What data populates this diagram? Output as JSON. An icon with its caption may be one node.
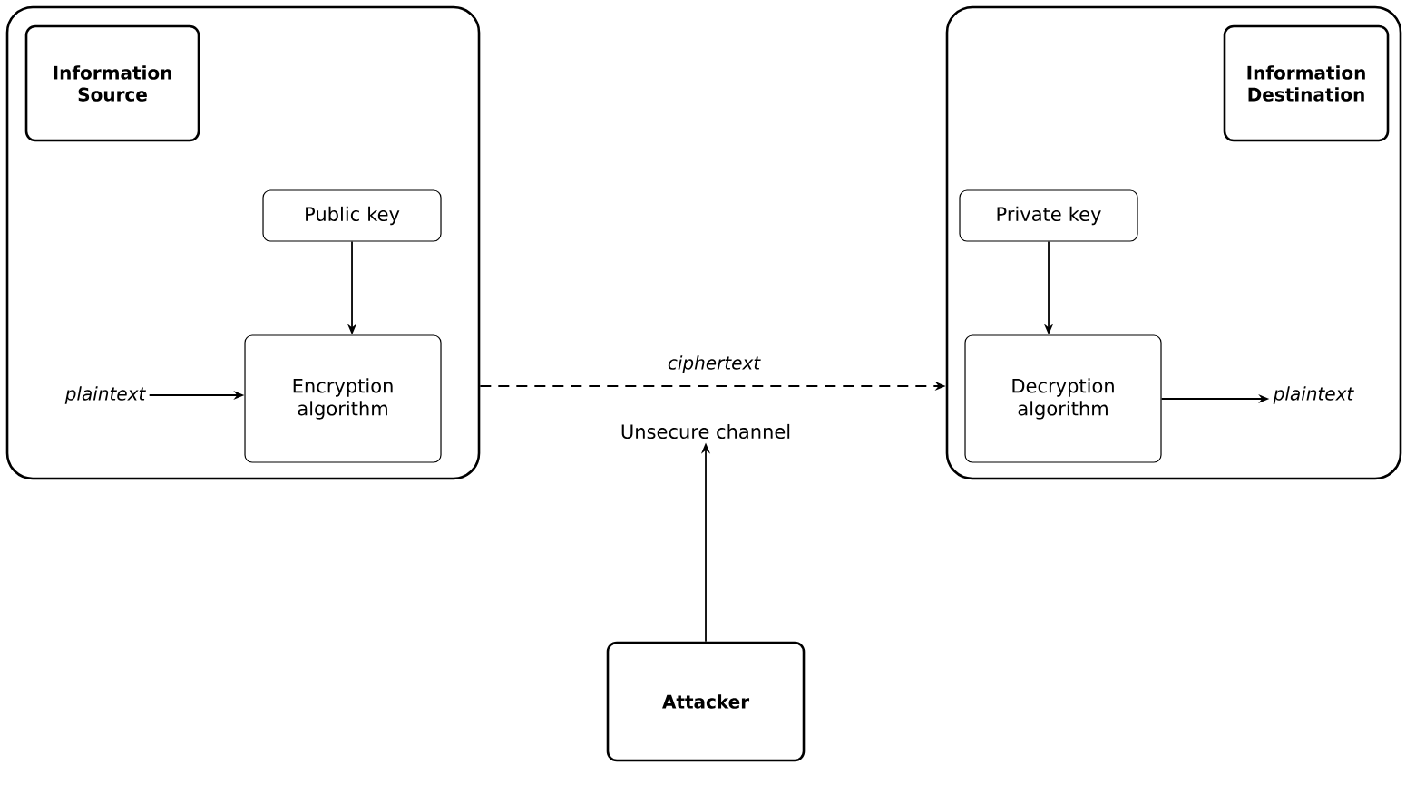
{
  "diagram": {
    "nodes": [
      {
        "text": [],
        "shape": "box"
      },
      {
        "text": [
          "Information Source"
        ],
        "in": 0
      },
      {
        "text": [
          "Public key"
        ],
        "in": 0
      },
      {
        "text": [
          "Encryption algorithm"
        ],
        "in": 0
      },
      {
        "text": [],
        "shape": "box"
      },
      {
        "text": [
          "Information Destination"
        ],
        "in": 4
      },
      {
        "text": [
          "Private key"
        ],
        "in": 4
      },
      {
        "text": [
          "Decryption algorithm"
        ],
        "in": 4
      },
      {
        "text": [
          "plaintext"
        ],
        "in": 0
      },
      {
        "text": [
          "plaintext"
        ],
        "in": 4
      },
      {
        "text": [
          "Attacker"
        ]
      },
      {
        "text": [
          "Unsecure channel"
        ]
      }
    ],
    "edges": [
      {
        "from": 2,
        "to": 3,
        "arrow": "to"
      },
      {
        "from": 8,
        "to": 3,
        "arrow": "to"
      },
      {
        "from": 0,
        "to": 4,
        "arrow": "to",
        "style": "dashed",
        "label": "ciphertext"
      },
      {
        "from": 6,
        "to": 7,
        "arrow": "to"
      },
      {
        "from": 7,
        "to": 9,
        "arrow": "to"
      },
      {
        "from": 10,
        "to": 11,
        "arrow": "to"
      }
    ]
  }
}
